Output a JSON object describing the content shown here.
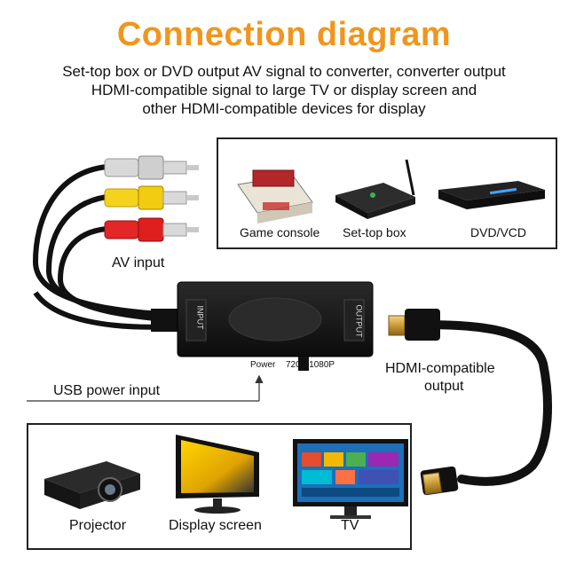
{
  "title": "Connection diagram",
  "title_color": "#F0961E",
  "subtitle_lines": [
    "Set-top box or DVD output AV signal to converter, converter output",
    "HDMI-compatible signal to large TV or display screen and",
    "other HDMI-compatible devices for display"
  ],
  "sources": {
    "game_console": "Game console",
    "set_top_box": "Set-top box",
    "dvd_vcd": "DVD/VCD"
  },
  "av_input_label": "AV input",
  "converter": {
    "input_label": "INPUT",
    "output_label": "OUTPUT",
    "power_label": "Power",
    "resolution_label": "720P/1080P"
  },
  "usb_power_label": "USB power input",
  "hdmi_label_lines": [
    "HDMI-compatible",
    "output"
  ],
  "displays": {
    "projector": "Projector",
    "display_screen": "Display screen",
    "tv": "TV"
  },
  "rca_colors": {
    "white": "#D8D8D8",
    "yellow": "#F5D21C",
    "red": "#E32626"
  }
}
